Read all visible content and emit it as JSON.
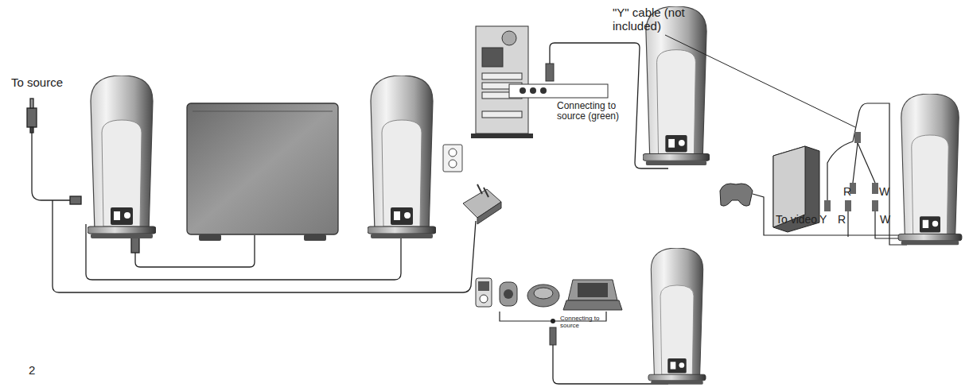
{
  "diagram": {
    "labels": [
      "To source",
      "Connecting to source (green)",
      "\"Y\" cable (not included)",
      "R",
      "W",
      "To video",
      "Y",
      "R",
      "W",
      "Connecting to source",
      "2"
    ]
  }
}
